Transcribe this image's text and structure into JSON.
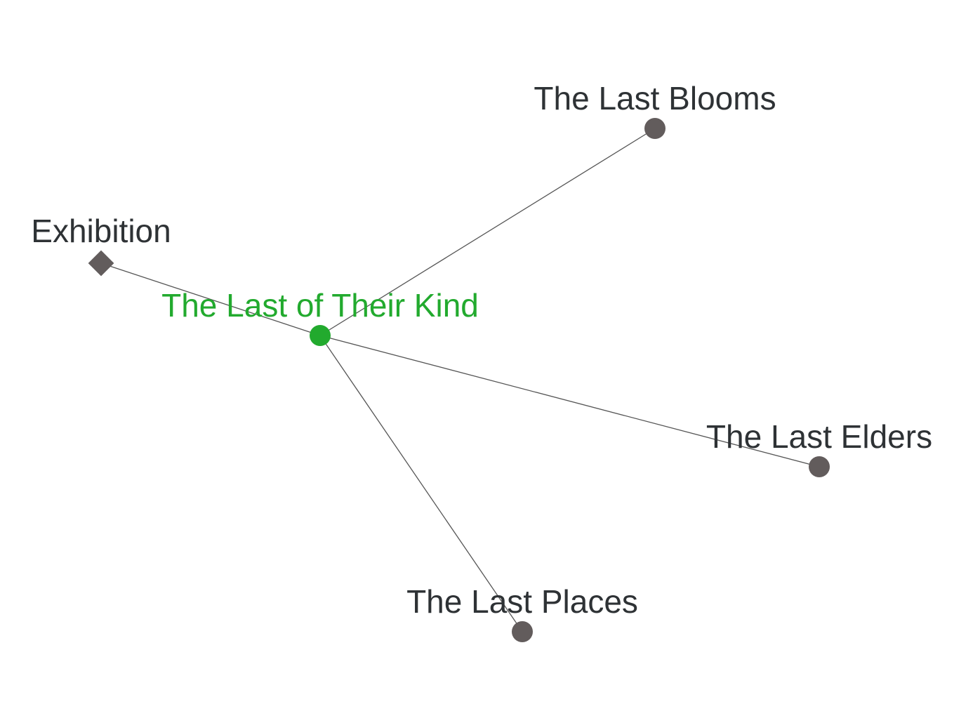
{
  "graph": {
    "nodes": [
      {
        "id": "central",
        "label": "The Last of Their Kind",
        "shape": "circle",
        "color": "#22aa2e"
      },
      {
        "id": "blooms",
        "label": "The Last Blooms",
        "shape": "circle",
        "color": "#625c5c"
      },
      {
        "id": "exhibition",
        "label": "Exhibition",
        "shape": "diamond",
        "color": "#625c5c"
      },
      {
        "id": "elders",
        "label": "The Last Elders",
        "shape": "circle",
        "color": "#625c5c"
      },
      {
        "id": "places",
        "label": "The Last Places",
        "shape": "circle",
        "color": "#625c5c"
      }
    ],
    "edges": [
      {
        "from": "central",
        "to": "blooms"
      },
      {
        "from": "central",
        "to": "exhibition"
      },
      {
        "from": "central",
        "to": "elders"
      },
      {
        "from": "central",
        "to": "places"
      }
    ],
    "label_colors": {
      "central": "#22aa2e",
      "default": "#2e3235"
    }
  }
}
